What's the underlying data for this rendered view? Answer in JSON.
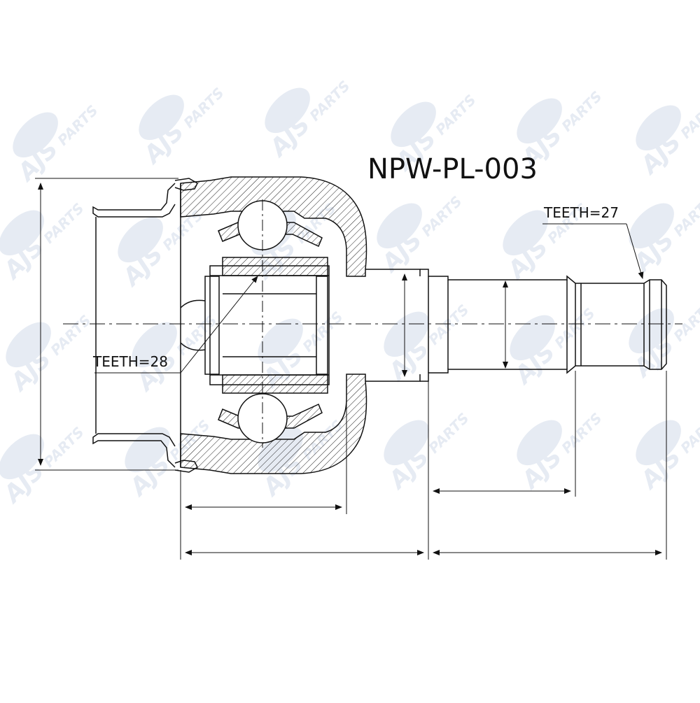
{
  "title": "NPW-PL-003",
  "annotations": {
    "inner_teeth": "TEETH=28",
    "outer_teeth": "TEETH=27"
  },
  "watermark": {
    "brand": "AJS",
    "sub": "PARTS",
    "color": "#e6ebf3"
  },
  "colors": {
    "line": "#111111",
    "hatch": "#222222",
    "background": "#ffffff"
  }
}
